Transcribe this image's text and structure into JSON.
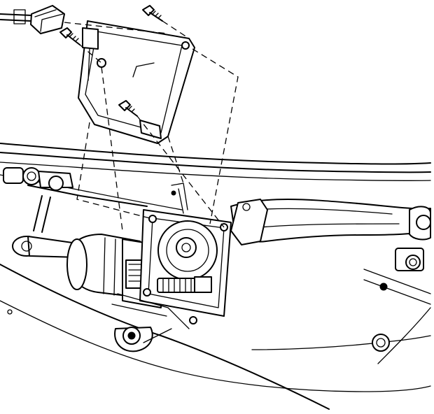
{
  "diagram": {
    "parts": [
      {
        "id": "electrical-connector",
        "icon": "connector-icon"
      },
      {
        "id": "control-module",
        "icon": "module-icon"
      },
      {
        "id": "module-screw",
        "icon": "screw-icon"
      },
      {
        "id": "wiper-motor",
        "icon": "motor-icon"
      },
      {
        "id": "gearbox-cover",
        "icon": "gearbox-icon"
      },
      {
        "id": "wiper-linkage",
        "icon": "linkage-icon"
      },
      {
        "id": "crank-arm",
        "icon": "crank-icon"
      },
      {
        "id": "mounting-grommet",
        "icon": "grommet-icon"
      }
    ],
    "line_color": "#000000",
    "background_color": "#ffffff"
  }
}
